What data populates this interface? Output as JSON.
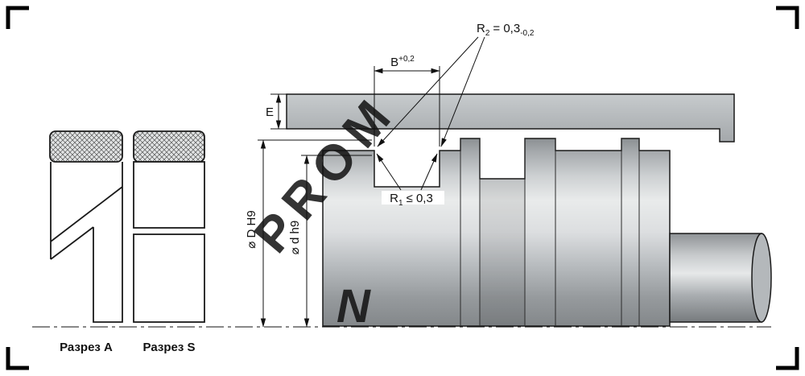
{
  "sections": {
    "a_label": "Разрез А",
    "s_label": "Разрез S"
  },
  "dimensions": {
    "e": "E",
    "b_base": "B",
    "b_tol": "+0,2",
    "r2_base": "R",
    "r2_sub": "2",
    "r2_value": "= 0,3",
    "r2_tol": "-0,2",
    "r1_base": "R",
    "r1_sub": "1",
    "r1_value": "≤ 0,3",
    "dia_outer": "⌀ D H9",
    "dia_inner": "⌀ d h9"
  },
  "watermark": {
    "text": "PROM",
    "logo": "N"
  },
  "colors": {
    "line": "#1a1a1a",
    "metal_light": "#eceeee",
    "metal_mid": "#b7babd",
    "metal_dark": "#85898c",
    "background": "#ffffff"
  }
}
